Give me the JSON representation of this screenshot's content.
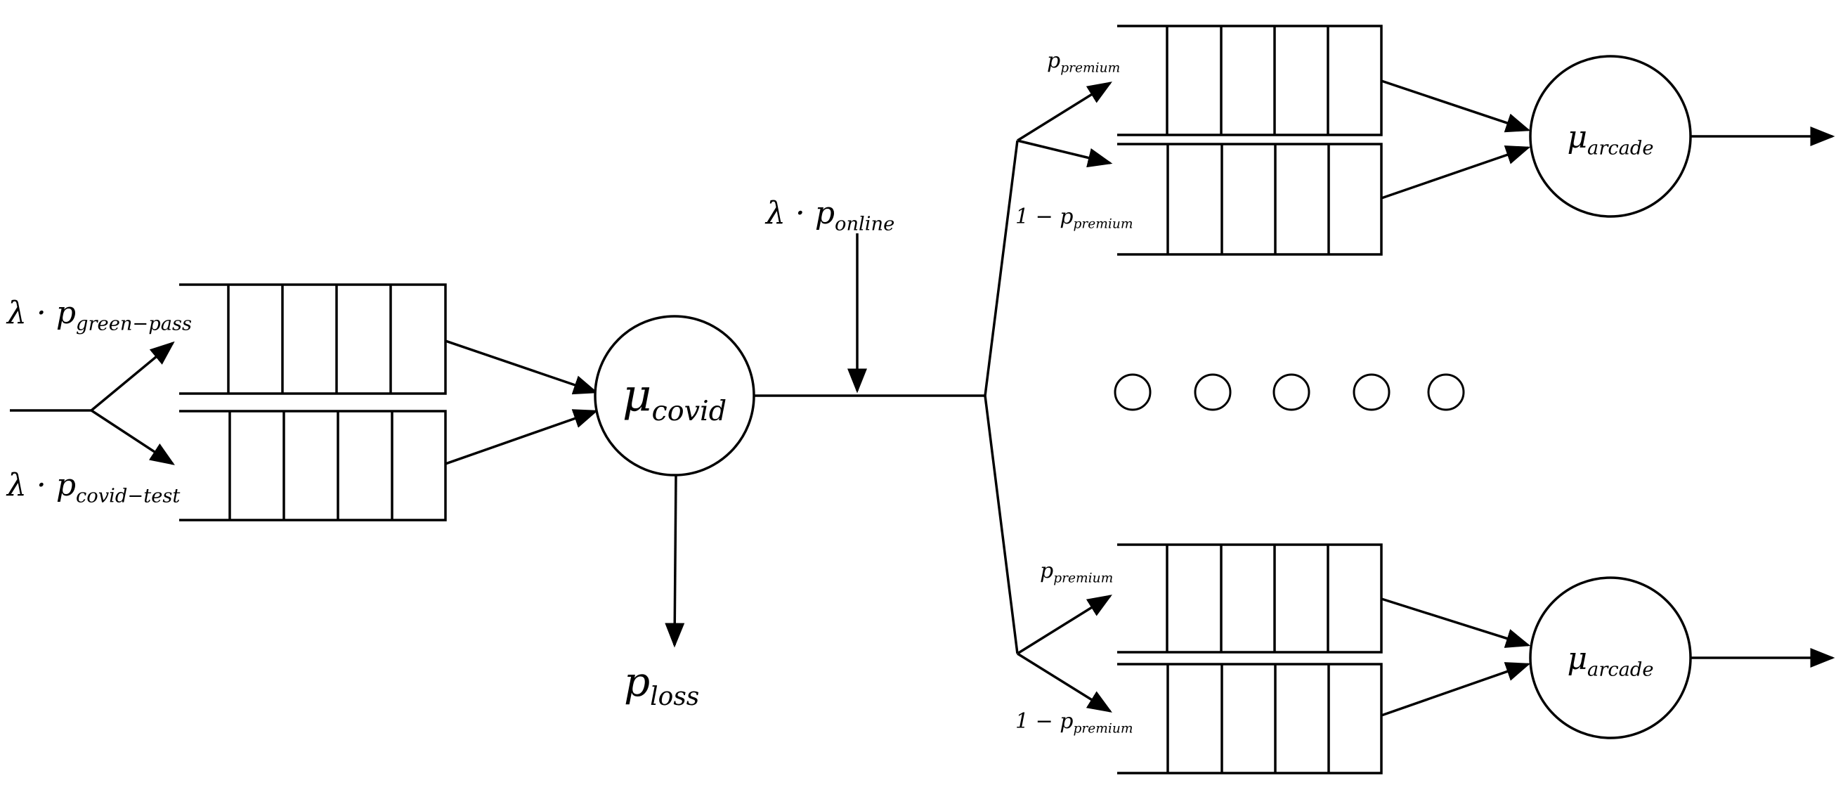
{
  "labels": {
    "green_pass": "λ · p_green−pass",
    "covid_test": "λ · p_covid−test",
    "online": "λ · p_online",
    "loss": "p_loss",
    "premium": "p_premium",
    "not_premium": "1 − p_premium"
  },
  "servers": {
    "covid": "μ_covid",
    "arcade": "μ_arcade"
  },
  "ellipsis_count": 5
}
